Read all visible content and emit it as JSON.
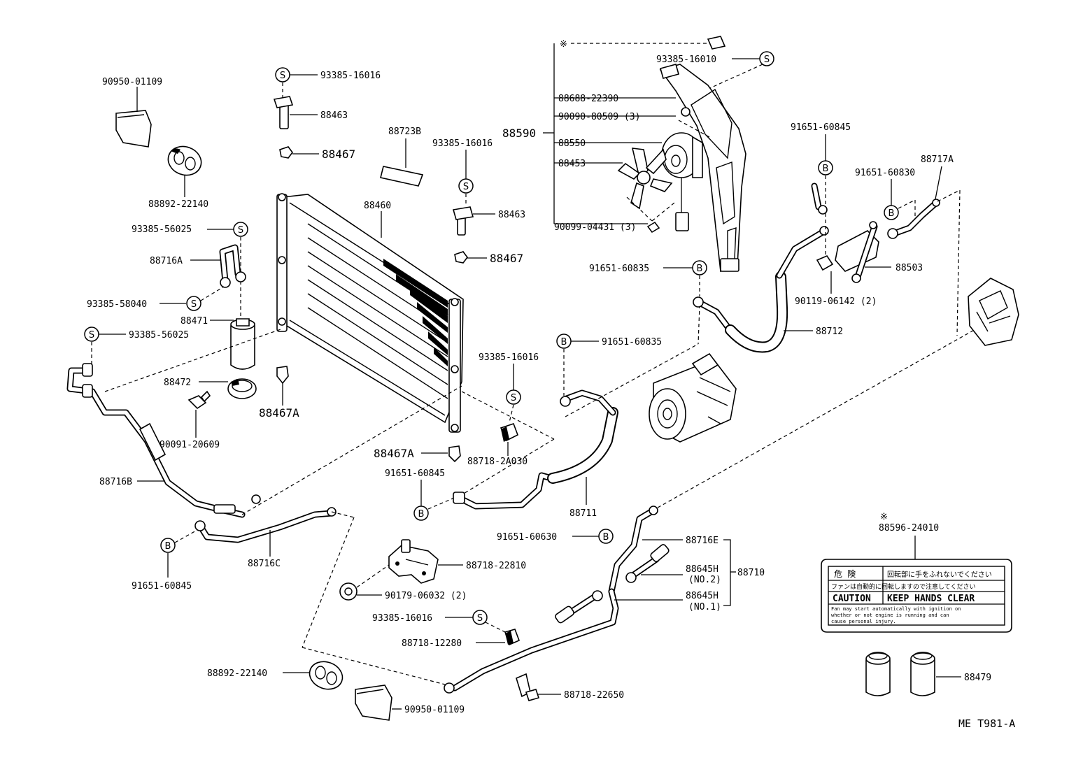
{
  "diagram_code": "ME T981-A",
  "caution_label": {
    "mark": "※",
    "part_number": "88596-24010",
    "jp_top_left": "危 険",
    "jp_top_right": "回転部に手をふれないでください",
    "jp_second": "ファンは自動的に回転しますので注意してください",
    "caution": "CAUTION",
    "keep_hands_clear": "KEEP HANDS CLEAR",
    "fine_line_1": "Fan may start automatically with ignition on",
    "fine_line_2": "whether or not engine is running and can",
    "fine_line_3": "cause personal injury."
  },
  "badges": {
    "s": "S",
    "b": "B"
  },
  "labels": {
    "l_90950_01109_top": "90950-01109",
    "l_88892_22140_top": "88892-22140",
    "l_93385_16016_a": "93385-16016",
    "l_88463_a": "88463",
    "l_88467_a": "88467",
    "l_88723B": "88723B",
    "l_93385_16016_b": "93385-16016",
    "l_88463_b": "88463",
    "l_88467_b": "88467",
    "l_88460": "88460",
    "l_93385_56025_a": "93385-56025",
    "l_88716A": "88716A",
    "l_93385_58040": "93385-58040",
    "l_88471": "88471",
    "l_93385_56025_b": "93385-56025",
    "l_88472": "88472",
    "l_88467A_a": "88467A",
    "l_90091_20609": "90091-20609",
    "l_88716B": "88716B",
    "l_88716C": "88716C",
    "l_91651_60845_a": "91651-60845",
    "l_93385_16016_c": "93385-16016",
    "l_88467A_b": "88467A",
    "l_88718_2A030": "88718-2A030",
    "l_91651_60845_b": "91651-60845",
    "l_88711": "88711",
    "l_88718_22810": "88718-22810",
    "l_90179_06032": "90179-06032 (2)",
    "l_93385_16016_d": "93385-16016",
    "l_88718_12280": "88718-12280",
    "l_88892_22140_bot": "88892-22140",
    "l_90950_01109_bot": "90950-01109",
    "l_88718_22650": "88718-22650",
    "l_91651_60630": "91651-60630",
    "l_88716E": "88716E",
    "l_88645H_1": "88645H",
    "l_no2": "(NO.2)",
    "l_88645H_2": "88645H",
    "l_no1": "(NO.1)",
    "l_88710": "88710",
    "l_93385_16010": "93385-16010",
    "l_88688_22390": "88688-22390",
    "l_90090_80509": "90090-80509 (3)",
    "l_88590": "88590",
    "l_88550": "88550",
    "l_88453": "88453",
    "l_90099_04431": "90099-04431 (3)",
    "l_91651_60835_a": "91651-60835",
    "l_91651_60835_b": "91651-60835",
    "l_91651_60845_c": "91651-60845",
    "l_91651_60830": "91651-60830",
    "l_88717A": "88717A",
    "l_88503": "88503",
    "l_90119_06142": "90119-06142 (2)",
    "l_88712": "88712",
    "l_88479": "88479",
    "l_asterisk": "※"
  }
}
